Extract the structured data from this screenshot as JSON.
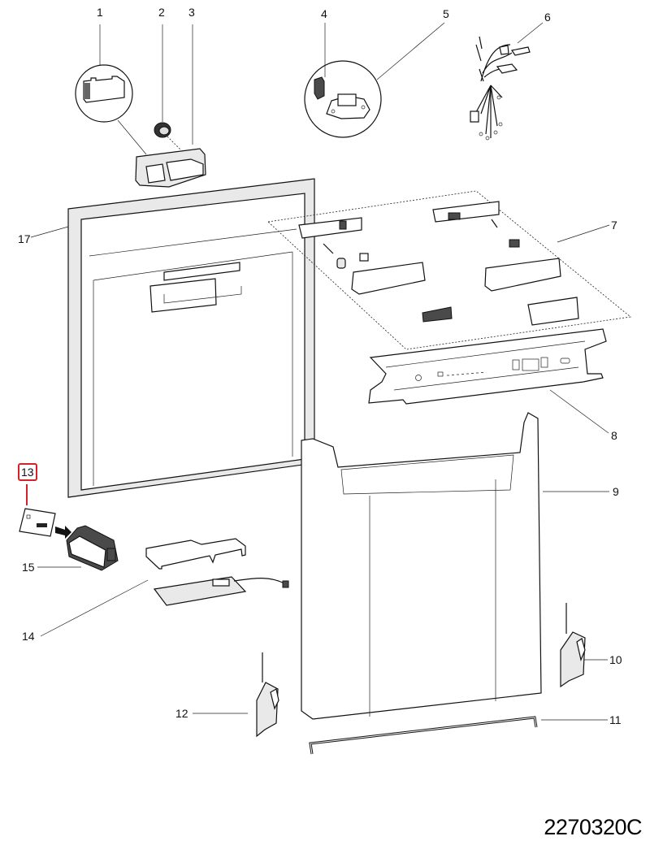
{
  "diagram": {
    "title": "Dishwasher door & control panel exploded view",
    "drawing_code": "2270320C",
    "highlight_color": "#d2232a",
    "highlighted_item": "13",
    "callouts": [
      {
        "id": "1",
        "label": "1",
        "part": "detergent-dispenser-lid"
      },
      {
        "id": "2",
        "label": "2",
        "part": "rinse-aid-cap"
      },
      {
        "id": "3",
        "label": "3",
        "part": "detergent-dispenser"
      },
      {
        "id": "4",
        "label": "4",
        "part": "door-switch-small"
      },
      {
        "id": "5",
        "label": "5",
        "part": "door-lock-assembly"
      },
      {
        "id": "6",
        "label": "6",
        "part": "wiring-harness"
      },
      {
        "id": "7",
        "label": "7",
        "part": "control-electronics-kit"
      },
      {
        "id": "8",
        "label": "8",
        "part": "control-panel-fascia"
      },
      {
        "id": "9",
        "label": "9",
        "part": "outer-door-panel"
      },
      {
        "id": "10",
        "label": "10",
        "part": "hinge-right"
      },
      {
        "id": "11",
        "label": "11",
        "part": "door-rod"
      },
      {
        "id": "12",
        "label": "12",
        "part": "hinge-left"
      },
      {
        "id": "13",
        "label": "13",
        "part": "programming-key-card"
      },
      {
        "id": "14",
        "label": "14",
        "part": "electronic-board-with-cover"
      },
      {
        "id": "15",
        "label": "15",
        "part": "programmer-module"
      },
      {
        "id": "17",
        "label": "17",
        "part": "inner-door-panel"
      }
    ]
  }
}
